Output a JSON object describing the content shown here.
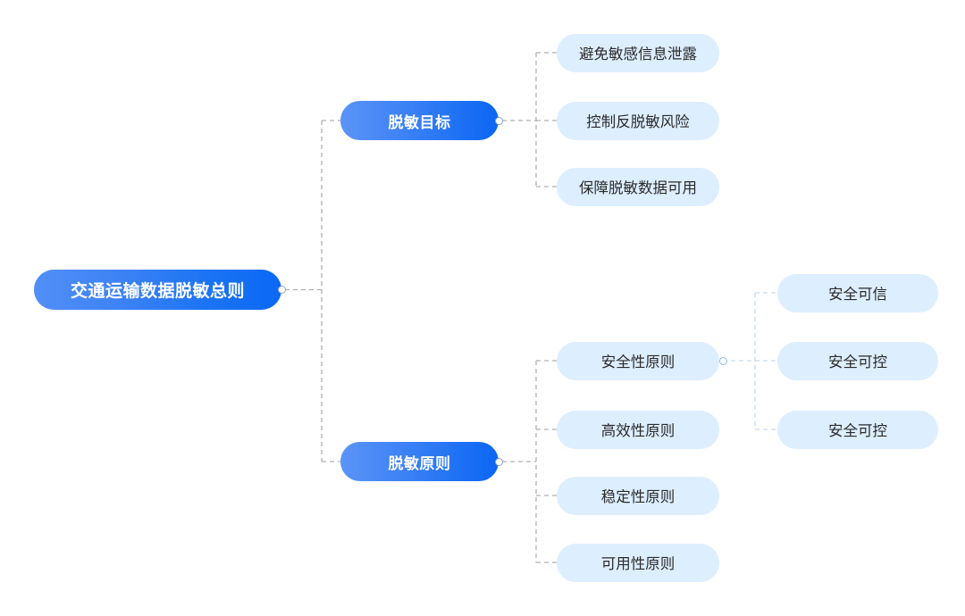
{
  "diagram": {
    "title": "交通运输数据脱敏总则",
    "type": "mind-map",
    "orientation": "left-to-right",
    "background_color": "#ffffff",
    "colors": {
      "root_gradient_start": "#518ff6",
      "root_gradient_end": "#0a68f5",
      "branch_gradient_start": "#5b94f7",
      "branch_gradient_end": "#0c66f3",
      "leaf_fill": "#ddeeff",
      "leaf_text": "#2b2b2b",
      "root_text": "#ffffff",
      "connector": "#b0b0b0",
      "connector_light": "#c7d9ef",
      "anchor_ring_dark": "#8fa3bf",
      "anchor_ring_light": "#8fbdf0"
    },
    "root": {
      "label": "交通运输数据脱敏总则"
    },
    "branches": [
      {
        "label": "脱敏目标",
        "children": [
          {
            "label": "避免敏感信息泄露"
          },
          {
            "label": "控制反脱敏风险"
          },
          {
            "label": "保障脱敏数据可用"
          }
        ]
      },
      {
        "label": "脱敏原则",
        "children": [
          {
            "label": "安全性原则",
            "children": [
              {
                "label": "安全可信"
              },
              {
                "label": "安全可控"
              },
              {
                "label": "安全可控"
              }
            ]
          },
          {
            "label": "高效性原则"
          },
          {
            "label": "稳定性原则"
          },
          {
            "label": "可用性原则"
          }
        ]
      }
    ]
  }
}
